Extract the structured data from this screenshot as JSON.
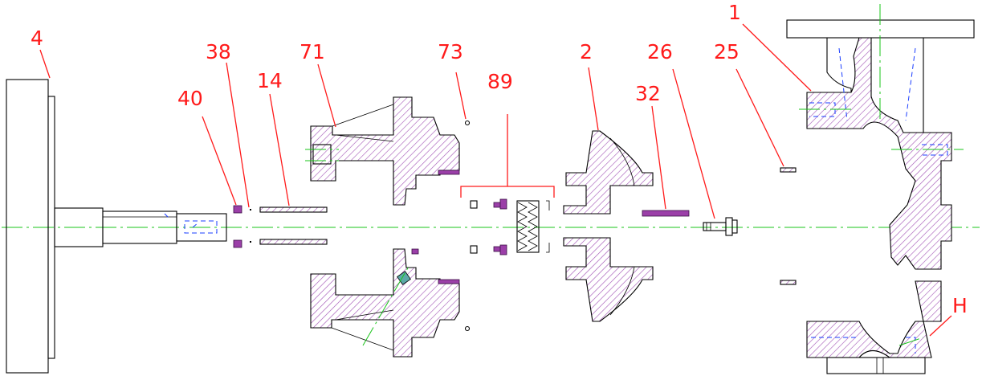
{
  "diagram": {
    "labels": {
      "part_4": "4",
      "part_38": "38",
      "part_71": "71",
      "part_73": "73",
      "part_40": "40",
      "part_14": "14",
      "part_89": "89",
      "part_2": "2",
      "part_26": "26",
      "part_25": "25",
      "part_32": "32",
      "part_1": "1",
      "part_h": "H"
    },
    "colors": {
      "callout": "#ff1a1a",
      "hatch": "#a050b4",
      "solid_part": "#9b3fa8",
      "center_axis": "#19c419",
      "hidden_line": "#1a3dff",
      "outline": "#000000"
    }
  }
}
